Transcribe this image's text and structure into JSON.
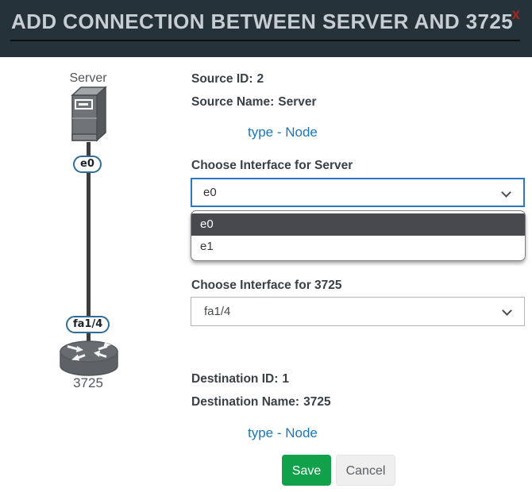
{
  "header": {
    "title": "ADD CONNECTION BETWEEN SERVER AND 3725",
    "close_glyph": "x"
  },
  "diagram": {
    "source_label": "Server",
    "source_interface_badge": "e0",
    "dest_interface_badge": "fa1/4",
    "dest_label": "3725"
  },
  "source": {
    "id_label": "Source ID:",
    "id_value": "2",
    "name_label": "Source Name:",
    "name_value": "Server",
    "type_text": "type - Node"
  },
  "server_interface": {
    "label": "Choose Interface for Server",
    "selected": "e0",
    "options": [
      "e0",
      "e1"
    ],
    "highlighted_option": "e0"
  },
  "router_interface": {
    "label": "Choose Interface for 3725",
    "selected": "fa1/4"
  },
  "destination": {
    "id_label": "Destination ID:",
    "id_value": "1",
    "name_label": "Destination Name:",
    "name_value": "3725",
    "type_text": "type - Node"
  },
  "actions": {
    "save_label": "Save",
    "cancel_label": "Cancel"
  },
  "colors": {
    "header_bg": "#263239",
    "title_text": "#c7ced3",
    "close_red": "#a1271e",
    "accent_blue": "#1b76bd",
    "select_focus_border": "#2a79c0",
    "option_highlight_bg": "#47494f",
    "badge_border": "#2f6e99",
    "save_green": "#12a14b",
    "cancel_gray": "#efefef"
  }
}
